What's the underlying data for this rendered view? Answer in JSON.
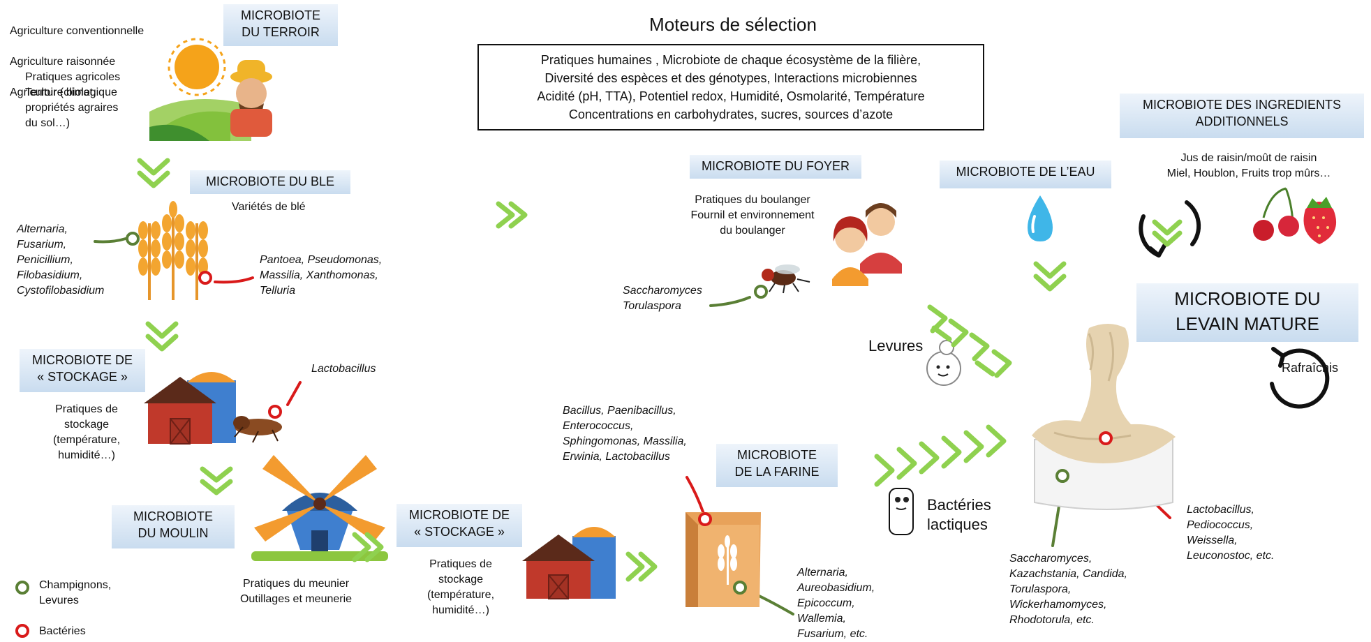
{
  "farming_types": [
    "Agriculture conventionnelle",
    "Agriculture raisonnée",
    "Agriculture biologique"
  ],
  "terroir": {
    "title_lines": [
      "MICROBIOTE",
      "DU TERROIR"
    ],
    "practices": "Pratiques agricoles\nTerroir (climat,\npropriétés agraires\ndu sol…)"
  },
  "ble": {
    "title": "MICROBIOTE DU BLE",
    "subtitle": "Variétés de blé",
    "fungi": "Alternaria,\nFusarium,\nPenicillium,\nFilobasidium,\nCystofilobasidium",
    "bacteria": "Pantoea, Pseudomonas,\nMassilia, Xanthomonas,\nTelluria"
  },
  "stockage1": {
    "title_lines": [
      "MICROBIOTE DE",
      "« STOCKAGE »"
    ],
    "practices": "Pratiques de\nstockage\n(température,\nhumidité…)",
    "bacteria": "Lactobacillus"
  },
  "moulin": {
    "title_lines": [
      "MICROBIOTE",
      "DU MOULIN"
    ],
    "practices": "Pratiques du meunier\nOutillages et meunerie"
  },
  "stockage2": {
    "title_lines": [
      "MICROBIOTE DE",
      "« STOCKAGE »"
    ],
    "practices": "Pratiques de\nstockage\n(température,\nhumidité…)"
  },
  "farine": {
    "title_lines": [
      "MICROBIOTE",
      "DE LA FARINE"
    ],
    "bacteria": "Bacillus, Paenibacillus,\nEnterococcus,\nSphingomonas, Massilia,\nErwinia, Lactobacillus",
    "fungi": "Alternaria,\nAureobasidium,\nEpicoccum,\nWallemia,\nFusarium, etc."
  },
  "moteurs": {
    "title": "Moteurs de sélection",
    "lines": [
      "Pratiques humaines , Microbiote de chaque écosystème de la filière,",
      "Diversité des espèces et des génotypes, Interactions microbiennes",
      "Acidité (pH, TTA), Potentiel redox, Humidité, Osmolarité, Température",
      "Concentrations en carbohydrates, sucres, sources d’azote"
    ]
  },
  "foyer": {
    "title": "MICROBIOTE DU FOYER",
    "practices": "Pratiques du boulanger\nFournil et environnement\ndu boulanger",
    "fungi": "Saccharomyces\nTorulaspora"
  },
  "eau": {
    "title": "MICROBIOTE DE L’EAU"
  },
  "ingredients": {
    "title_lines": [
      "MICROBIOTE DES INGREDIENTS",
      "ADDITIONNELS"
    ],
    "items": "Jus de raisin/moût de raisin\nMiel, Houblon, Fruits trop mûrs…"
  },
  "levain": {
    "title_lines": [
      "MICROBIOTE DU",
      "LEVAIN MATURE"
    ],
    "refresh": "Rafraîchis",
    "yeasts_label": "Levures",
    "lab_label": "Bactéries\nlactiques",
    "fungi": "Saccharomyces,\nKazachstania, Candida,\nTorulaspora,\nWickerhamomyces,\nRhodotorula, etc.",
    "bacteria": "Lactobacillus,\nPediococcus,\nWeissella,\nLeuconostoc, etc."
  },
  "legend": {
    "fungi_label": "Champignons,\nLevures",
    "bacteria_label": "Bactéries",
    "fungi_color": "#5a7f35",
    "bacteria_color": "#d91a1a"
  },
  "colors": {
    "arrow": "#8fd14f",
    "header_top": "#eef4fb",
    "header_bottom": "#c9dcef"
  }
}
